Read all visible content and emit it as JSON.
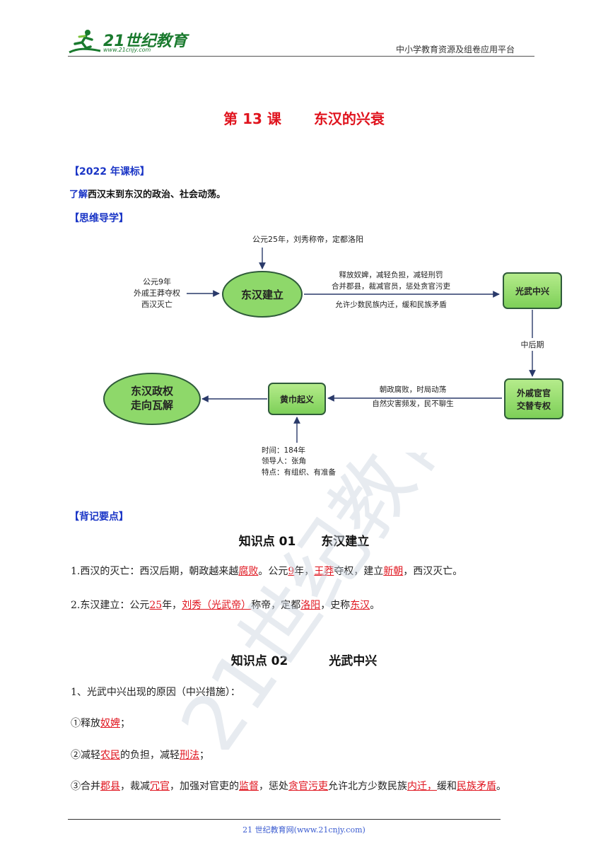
{
  "header": {
    "logo_text": "21世纪教育",
    "logo_url": "www.21cnjy.com",
    "right_text": "中小学教育资源及组卷应用平台"
  },
  "title": {
    "part1": "第 13 课",
    "part2": "东汉的兴衰"
  },
  "sections": {
    "standards_label": "【2022 年课标】",
    "mindmap_label": "【思维导学】",
    "memorize_label": "【背记要点】"
  },
  "requirement": {
    "verb": "了解",
    "text": "西汉末到东汉的政治、社会动荡。"
  },
  "mindmap": {
    "top_note": "公元25年，刘秀称帝，定都洛阳",
    "left_note": [
      "公元9年",
      "外戚王莽夺权",
      "西汉灭亡"
    ],
    "node_founding": "东汉建立",
    "measures": [
      "释放奴婢，减轻负担，减轻刑罚",
      "合并郡县，裁减官员，惩处贪官污吏",
      "允许少数民族内迁，缓和民族矛盾"
    ],
    "node_revival": "光武中兴",
    "mid_label": "中后期",
    "node_power": [
      "外戚宦官",
      "交替专权"
    ],
    "causes": [
      "朝政腐败，时局动荡",
      "自然灾害频发，民不聊生"
    ],
    "node_uprising": "黄巾起义",
    "node_collapse": [
      "东汉政权",
      "走向瓦解"
    ],
    "bottom_note": [
      "时间：184年",
      "领导人：张角",
      "特点：有组织、有准备"
    ]
  },
  "kp1": {
    "label": "知识点 01",
    "topic": "东汉建立",
    "p1": {
      "a": "1.西汉的灭亡：西汉后期，朝政越来越",
      "b": "腐败",
      "c": "。公元",
      "d": "9",
      "e": "年，",
      "f": "王莽",
      "g": "夺权，建立",
      "h": "新朝",
      "i": "，西汉灭亡。"
    },
    "p2": {
      "a": "2.东汉建立：公元",
      "b": "25",
      "c": "年，",
      "d": "刘秀（光武帝）",
      "e": "称帝，定都",
      "f": "洛阳",
      "g": "，史称",
      "h": "东汉",
      "i": "。"
    }
  },
  "kp2": {
    "label": "知识点 02",
    "topic": "光武中兴",
    "p3": "1、光武中兴出现的原因（中兴措施）：",
    "p4": {
      "a": "①释放",
      "b": "奴婢",
      "c": "；"
    },
    "p5": {
      "a": "②减轻",
      "b": "农民",
      "c": "的负担，减轻",
      "d": "刑法",
      "e": "；"
    },
    "p6": {
      "a": "③合并",
      "b": "郡县",
      "c": "，裁减",
      "d": "冗官",
      "e": "，加强对官吏的",
      "f": "监督",
      "g": "，惩处",
      "h": "贪官污吏",
      "i": "允许北方少数民族",
      "j": "内迁，",
      "k": "缓和",
      "l": "民族矛盾",
      "m": "。"
    }
  },
  "footer": {
    "text": "21 世纪教育网(www.21cnjy.com)"
  },
  "watermark": {
    "text": "21世纪教育"
  },
  "colors": {
    "red": "#e0141e",
    "blue": "#1a35c6",
    "node_green": "#8ed86a",
    "logo_green": "#1a7a2e"
  }
}
